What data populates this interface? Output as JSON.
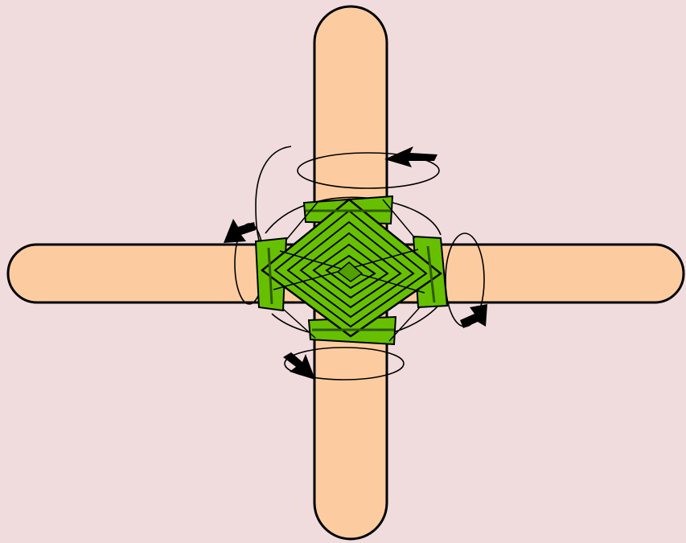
{
  "diagram": {
    "subject": "gods-eye-yarn-weaving-on-crossed-sticks",
    "colors": {
      "background": "#f0dcdc",
      "stick_fill": "#fccca0",
      "outline": "#000000",
      "yarn_fill": "#66c000",
      "yarn_line": "#2f5a00",
      "arrow": "#000000"
    },
    "sticks": [
      {
        "id": "top",
        "icon": "craft-stick"
      },
      {
        "id": "bottom",
        "icon": "craft-stick"
      },
      {
        "id": "left",
        "icon": "craft-stick"
      },
      {
        "id": "right",
        "icon": "craft-stick"
      }
    ],
    "wrap_arrows": [
      {
        "id": "top",
        "icon": "curved-arrow-icon"
      },
      {
        "id": "left",
        "icon": "curved-arrow-icon"
      },
      {
        "id": "right",
        "icon": "curved-arrow-icon"
      },
      {
        "id": "bottom",
        "icon": "curved-arrow-icon"
      }
    ]
  }
}
